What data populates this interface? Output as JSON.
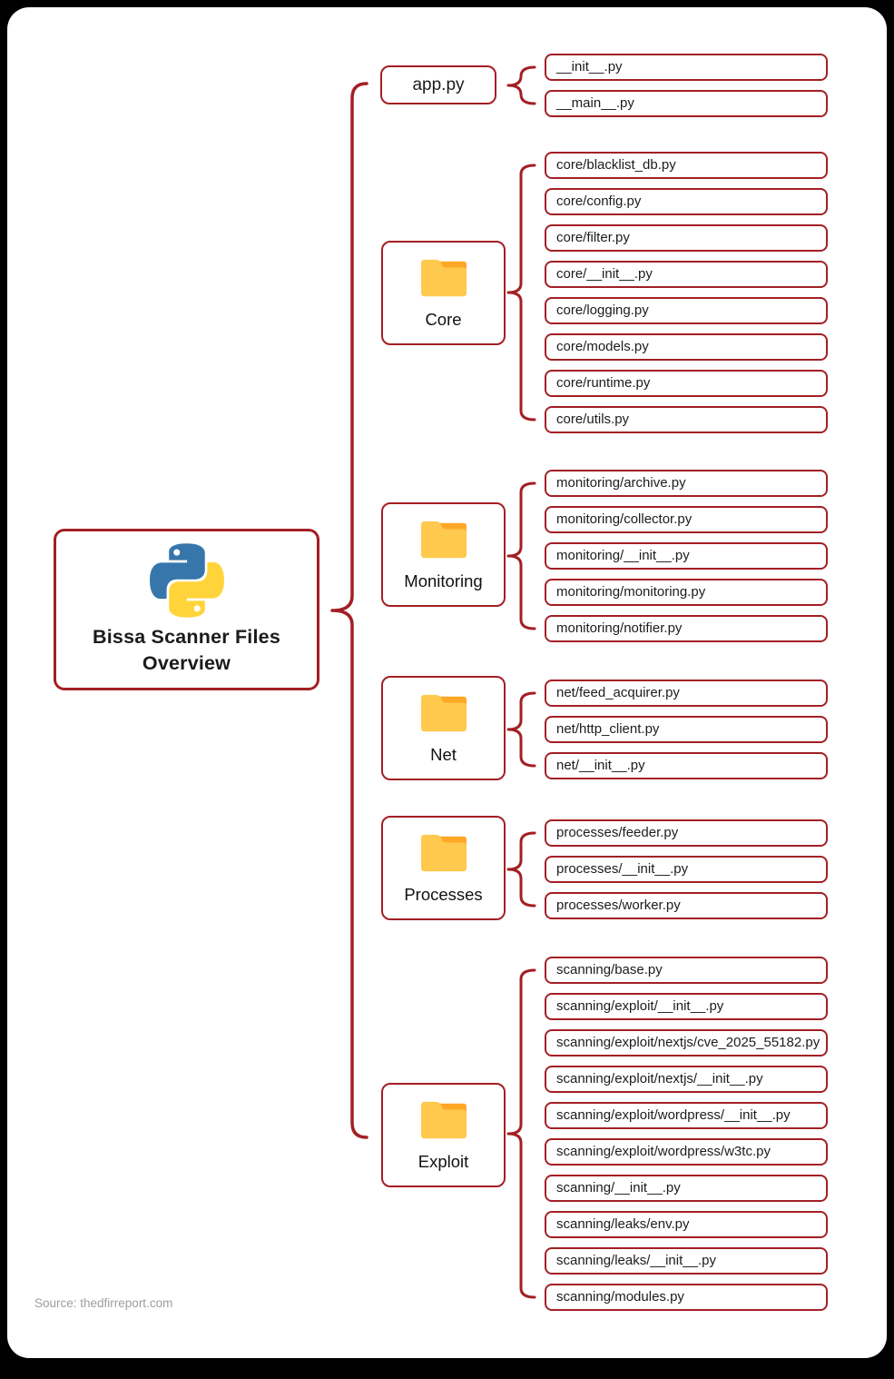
{
  "page": {
    "title": "Bissa Scanner Files Overview",
    "source": "Source: thedfirreport.com"
  },
  "colors": {
    "accent_red": "#A31F24",
    "folder_yellow": "#FFC94E",
    "folder_orange": "#FFA726",
    "python_blue": "#3776AB",
    "python_yellow": "#FFD43B",
    "background": "#000000",
    "card": "#FFFFFF"
  },
  "icons": {
    "root": "python-logo-icon",
    "branch": "folder-icon"
  },
  "branches": [
    {
      "label": "app.py",
      "kind": "file-node",
      "files": [
        "__init__.py",
        "__main__.py"
      ]
    },
    {
      "label": "Core",
      "kind": "folder-node",
      "files": [
        "core/blacklist_db.py",
        "core/config.py",
        "core/filter.py",
        "core/__init__.py",
        "core/logging.py",
        "core/models.py",
        "core/runtime.py",
        "core/utils.py"
      ]
    },
    {
      "label": "Monitoring",
      "kind": "folder-node",
      "files": [
        "monitoring/archive.py",
        "monitoring/collector.py",
        "monitoring/__init__.py",
        "monitoring/monitoring.py",
        "monitoring/notifier.py"
      ]
    },
    {
      "label": "Net",
      "kind": "folder-node",
      "files": [
        "net/feed_acquirer.py",
        "net/http_client.py",
        "net/__init__.py"
      ]
    },
    {
      "label": "Processes",
      "kind": "folder-node",
      "files": [
        "processes/feeder.py",
        "processes/__init__.py",
        "processes/worker.py"
      ]
    },
    {
      "label": "Exploit",
      "kind": "folder-node",
      "files": [
        "scanning/base.py",
        "scanning/exploit/__init__.py",
        "scanning/exploit/nextjs/cve_2025_55182.py",
        "scanning/exploit/nextjs/__init__.py",
        "scanning/exploit/wordpress/__init__.py",
        "scanning/exploit/wordpress/w3tc.py",
        "scanning/__init__.py",
        "scanning/leaks/env.py",
        "scanning/leaks/__init__.py",
        "scanning/modules.py"
      ]
    }
  ]
}
